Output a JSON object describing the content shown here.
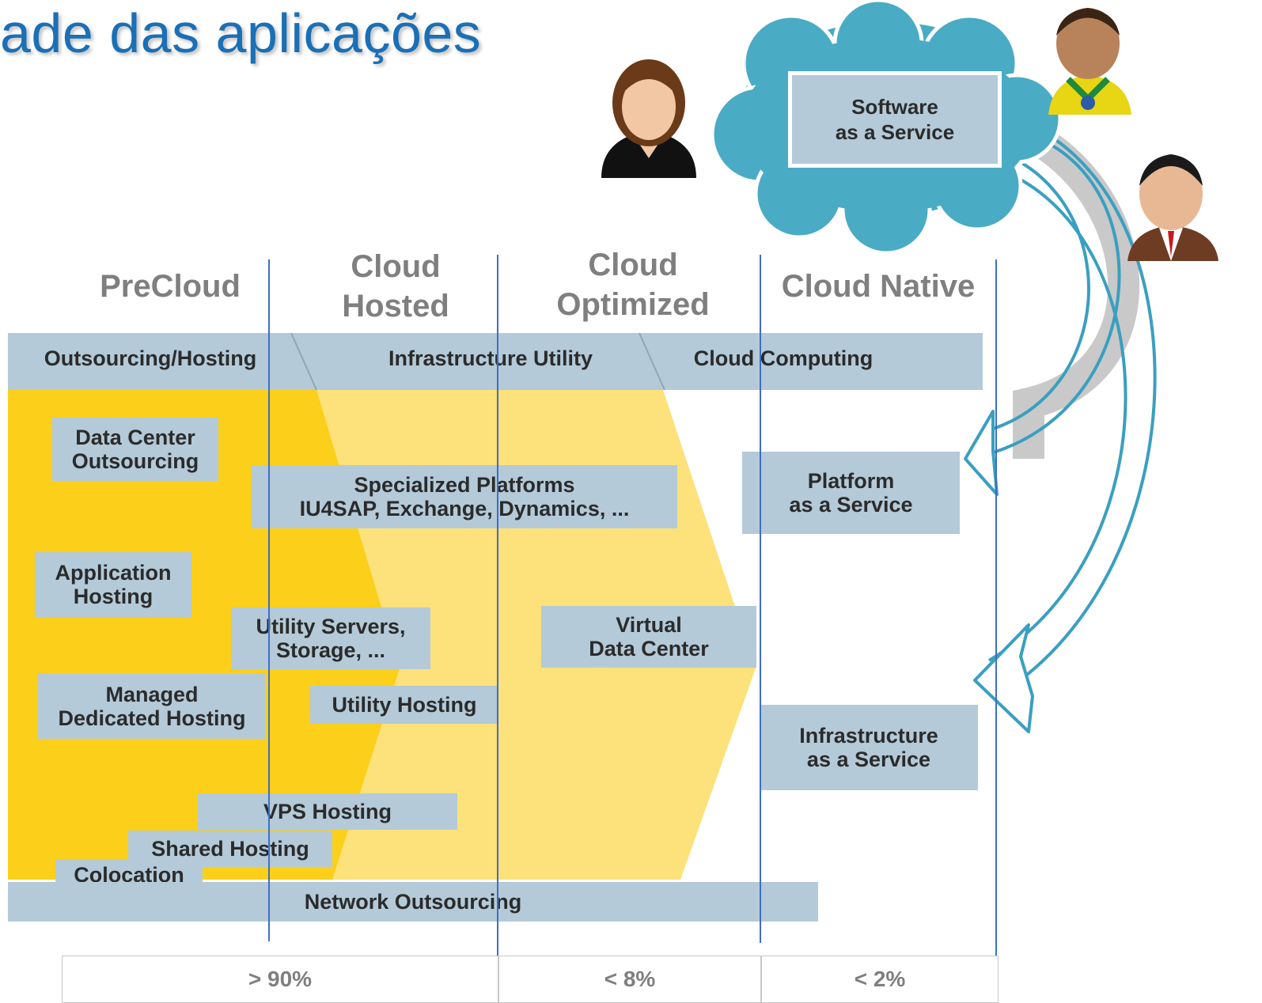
{
  "title": "ade das aplicações",
  "columns": [
    {
      "line1": "PreCloud",
      "line2": ""
    },
    {
      "line1": "Cloud",
      "line2": "Hosted"
    },
    {
      "line1": "Cloud",
      "line2": "Optimized"
    },
    {
      "line1": "Cloud Native",
      "line2": ""
    }
  ],
  "top_band": {
    "left": "Outsourcing/Hosting",
    "middle": "Infrastructure Utility",
    "right": "Cloud Computing"
  },
  "boxes": {
    "data_center": {
      "line1": "Data Center",
      "line2": "Outsourcing"
    },
    "specialized": {
      "line1": "Specialized Platforms",
      "line2": "IU4SAP, Exchange, Dynamics, ..."
    },
    "paas": {
      "line1": "Platform",
      "line2": "as a Service"
    },
    "app_hosting": {
      "line1": "Application",
      "line2": "Hosting"
    },
    "utility_servers": {
      "line1": "Utility Servers,",
      "line2": "Storage, ..."
    },
    "virtual_dc": {
      "line1": "Virtual",
      "line2": "Data Center"
    },
    "managed": {
      "line1": "Managed",
      "line2": "Dedicated Hosting"
    },
    "utility_hosting": "Utility Hosting",
    "iaas": {
      "line1": "Infrastructure",
      "line2": "as a Service"
    },
    "vps": "VPS Hosting",
    "shared": "Shared Hosting",
    "colocation": "Colocation",
    "network": "Network Outsourcing"
  },
  "saas": {
    "line1": "Software",
    "line2": "as a Service"
  },
  "percentages": [
    "> 90%",
    "< 8%",
    "< 2%"
  ],
  "colors": {
    "title": "#1b6fb5",
    "dark_yellow": "#fbcf1a",
    "light_yellow": "#fde17a",
    "box": "#b4cad8",
    "cloud": "#4aabc5",
    "column_line": "#3d6fc4",
    "arrow_outline": "#3a9fc0"
  }
}
